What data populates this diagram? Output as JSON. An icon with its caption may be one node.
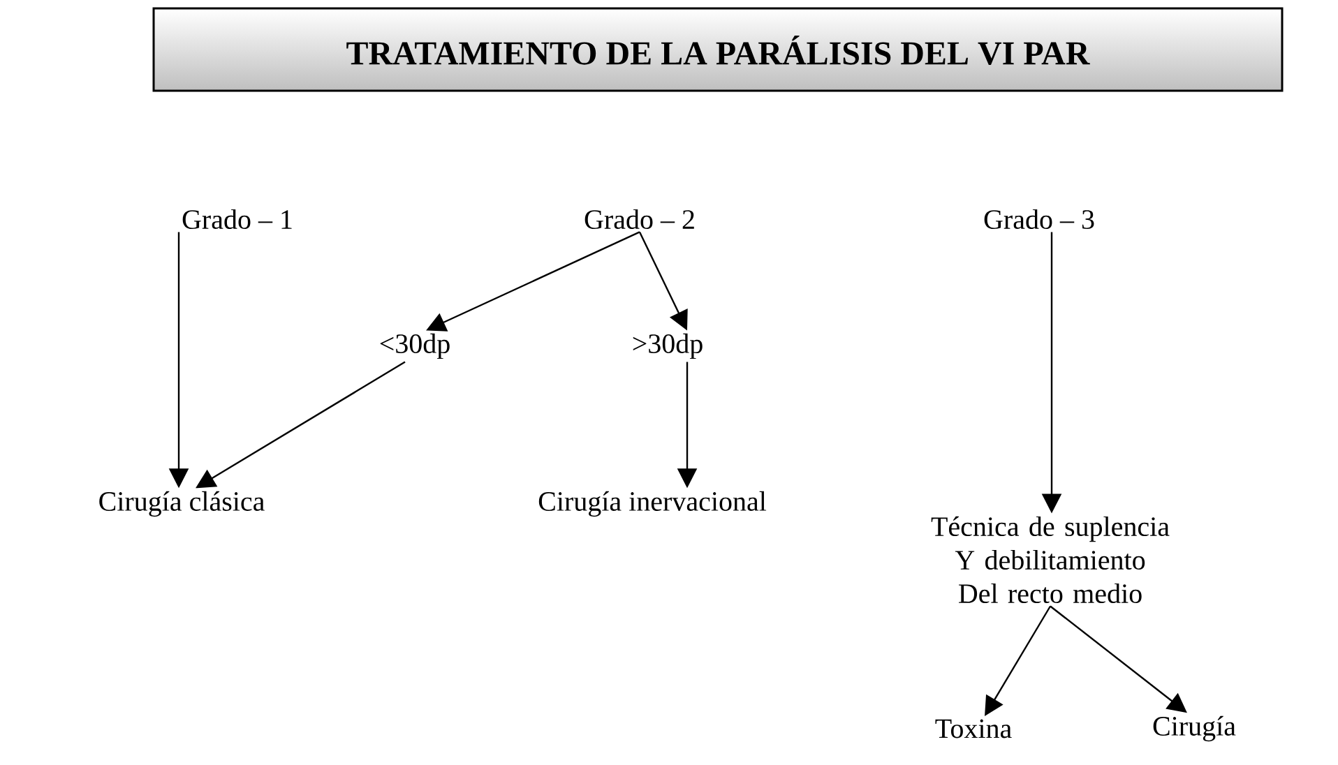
{
  "diagram": {
    "title": "TRATAMIENTO DE LA PARÁLISIS DEL VI PAR",
    "nodes": [
      {
        "text": [
          "Grado – 1"
        ]
      },
      {
        "text": [
          "Grado – 2"
        ]
      },
      {
        "text": [
          "Grado – 3"
        ]
      },
      {
        "text": [
          "<30dp"
        ]
      },
      {
        "text": [
          ">30dp"
        ]
      },
      {
        "text": [
          "Cirugía clásica"
        ]
      },
      {
        "text": [
          "Cirugía inervacional"
        ]
      },
      {
        "text": [
          "Técnica de suplencia Y debilitamiento Del recto medio"
        ]
      },
      {
        "text": [
          "Toxina"
        ]
      },
      {
        "text": [
          "Cirugía"
        ]
      }
    ],
    "edges": [
      {
        "from": 0,
        "to": 5,
        "arrow": "to"
      },
      {
        "from": 1,
        "to": 3,
        "arrow": "to"
      },
      {
        "from": 1,
        "to": 4,
        "arrow": "to"
      },
      {
        "from": 3,
        "to": 5,
        "arrow": "to"
      },
      {
        "from": 4,
        "to": 6,
        "arrow": "to"
      },
      {
        "from": 2,
        "to": 7,
        "arrow": "to"
      },
      {
        "from": 7,
        "to": 8,
        "arrow": "to"
      },
      {
        "from": 7,
        "to": 9,
        "arrow": "to"
      }
    ]
  }
}
